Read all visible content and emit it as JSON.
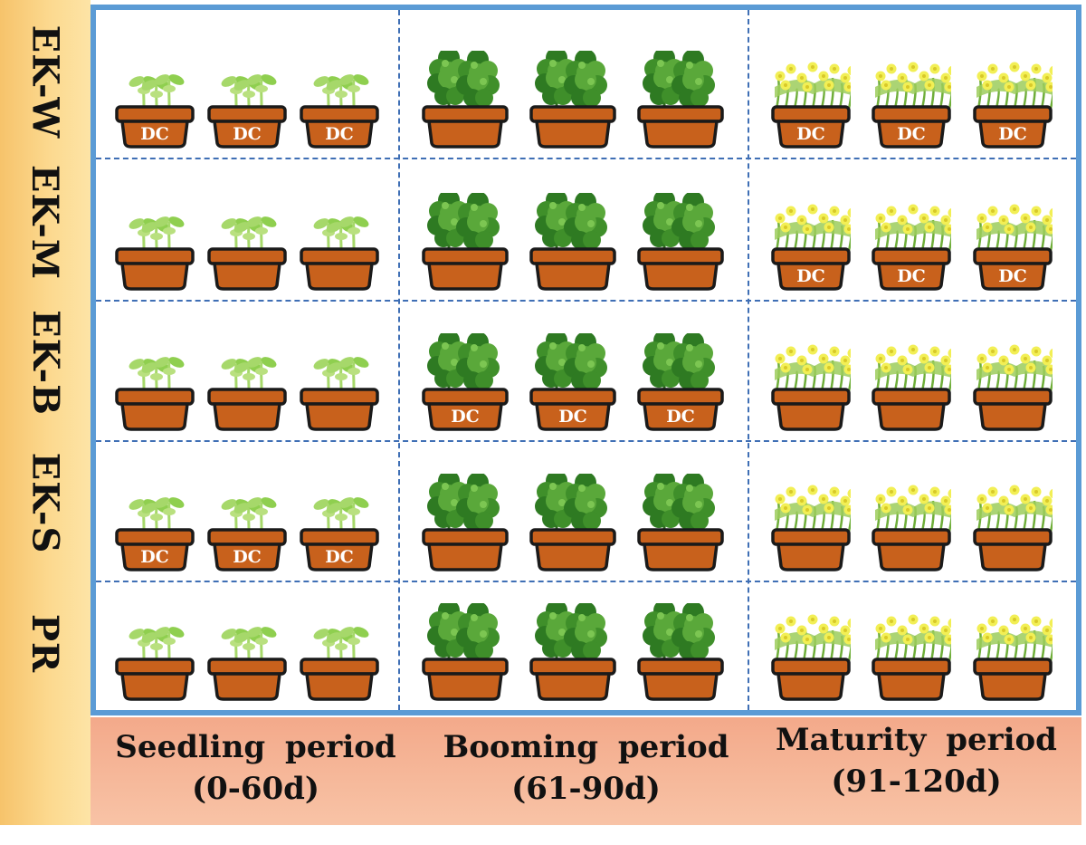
{
  "rows": [
    "EK-W",
    "EK-M",
    "EK-B",
    "EK-S",
    "PR"
  ],
  "periods": [
    {
      "name": "Seedling period",
      "range": "(0-60d)",
      "plant": "seedling"
    },
    {
      "name": "Booming period",
      "range": "(61-90d)",
      "plant": "bush"
    },
    {
      "name": "Maturity period",
      "range": "(91-120d)",
      "plant": "flowering"
    }
  ],
  "pot_label": "DC",
  "pots_per_cell": 3,
  "dc_cells": [
    [
      0,
      0
    ],
    [
      0,
      2
    ],
    [
      1,
      2
    ],
    [
      2,
      1
    ],
    [
      3,
      0
    ]
  ],
  "colors": {
    "label_bar": "#fcd98f",
    "period_bar": "#f6b99b",
    "grid_border": "#5b9bd5",
    "divider": "#3f6fb5",
    "pot": "#c8611c",
    "pot_outline": "#1a1a1a",
    "seedling": "#a6d86a",
    "bush": "#3f8f2a",
    "flower": "#f2ef55"
  }
}
